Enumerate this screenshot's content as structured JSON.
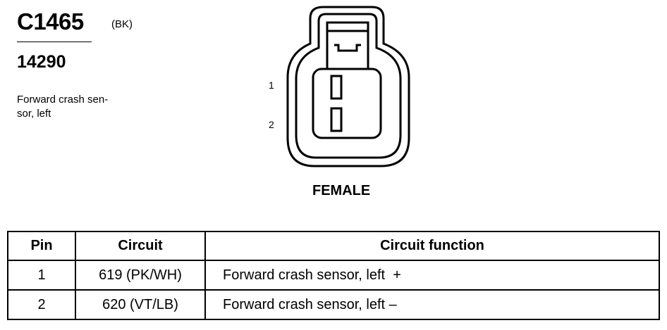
{
  "connector": {
    "id": "C1465",
    "color_code": "(BK)",
    "part_number": "14290",
    "description": "Forward crash sen-\nsor, left",
    "gender": "FEMALE",
    "pin_labels": [
      "1",
      "2"
    ]
  },
  "pin_table": {
    "headers": [
      "Pin",
      "Circuit",
      "Circuit function"
    ],
    "rows": [
      {
        "pin": "1",
        "circuit": "619 (PK/WH)",
        "function": "Forward crash sensor, left  +"
      },
      {
        "pin": "2",
        "circuit": "620 (VT/LB)",
        "function": "Forward crash sensor, left –"
      }
    ]
  }
}
